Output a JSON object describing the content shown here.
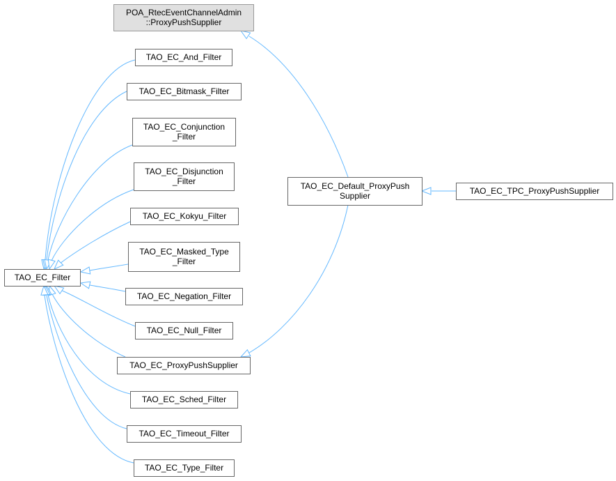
{
  "nodes": {
    "poa_proxy_push_supplier": [
      "POA_RtecEventChannelAdmin",
      "::ProxyPushSupplier"
    ],
    "and_filter": [
      "TAO_EC_And_Filter"
    ],
    "bitmask_filter": [
      "TAO_EC_Bitmask_Filter"
    ],
    "conjunction_filter": [
      "TAO_EC_Conjunction",
      "_Filter"
    ],
    "disjunction_filter": [
      "TAO_EC_Disjunction",
      "_Filter"
    ],
    "kokyu_filter": [
      "TAO_EC_Kokyu_Filter"
    ],
    "masked_type_filter": [
      "TAO_EC_Masked_Type",
      "_Filter"
    ],
    "filter": [
      "TAO_EC_Filter"
    ],
    "negation_filter": [
      "TAO_EC_Negation_Filter"
    ],
    "null_filter": [
      "TAO_EC_Null_Filter"
    ],
    "proxy_push_supplier": [
      "TAO_EC_ProxyPushSupplier"
    ],
    "sched_filter": [
      "TAO_EC_Sched_Filter"
    ],
    "timeout_filter": [
      "TAO_EC_Timeout_Filter"
    ],
    "type_filter": [
      "TAO_EC_Type_Filter"
    ],
    "default_proxy_push_supplier": [
      "TAO_EC_Default_ProxyPush",
      "Supplier"
    ],
    "tpc_proxy_push_supplier": [
      "TAO_EC_TPC_ProxyPushSupplier"
    ]
  },
  "edges": [
    {
      "from": "and_filter",
      "to": "filter"
    },
    {
      "from": "bitmask_filter",
      "to": "filter"
    },
    {
      "from": "conjunction_filter",
      "to": "filter"
    },
    {
      "from": "disjunction_filter",
      "to": "filter"
    },
    {
      "from": "kokyu_filter",
      "to": "filter"
    },
    {
      "from": "masked_type_filter",
      "to": "filter"
    },
    {
      "from": "negation_filter",
      "to": "filter"
    },
    {
      "from": "null_filter",
      "to": "filter"
    },
    {
      "from": "proxy_push_supplier",
      "to": "filter"
    },
    {
      "from": "sched_filter",
      "to": "filter"
    },
    {
      "from": "timeout_filter",
      "to": "filter"
    },
    {
      "from": "type_filter",
      "to": "filter"
    },
    {
      "from": "default_proxy_push_supplier",
      "to": "poa_proxy_push_supplier"
    },
    {
      "from": "default_proxy_push_supplier",
      "to": "proxy_push_supplier"
    },
    {
      "from": "tpc_proxy_push_supplier",
      "to": "default_proxy_push_supplier"
    }
  ],
  "colors": {
    "edge": "#63b8ff",
    "node_border": "#666666",
    "root_fill": "#e0e0e0",
    "root_border": "#999999"
  }
}
